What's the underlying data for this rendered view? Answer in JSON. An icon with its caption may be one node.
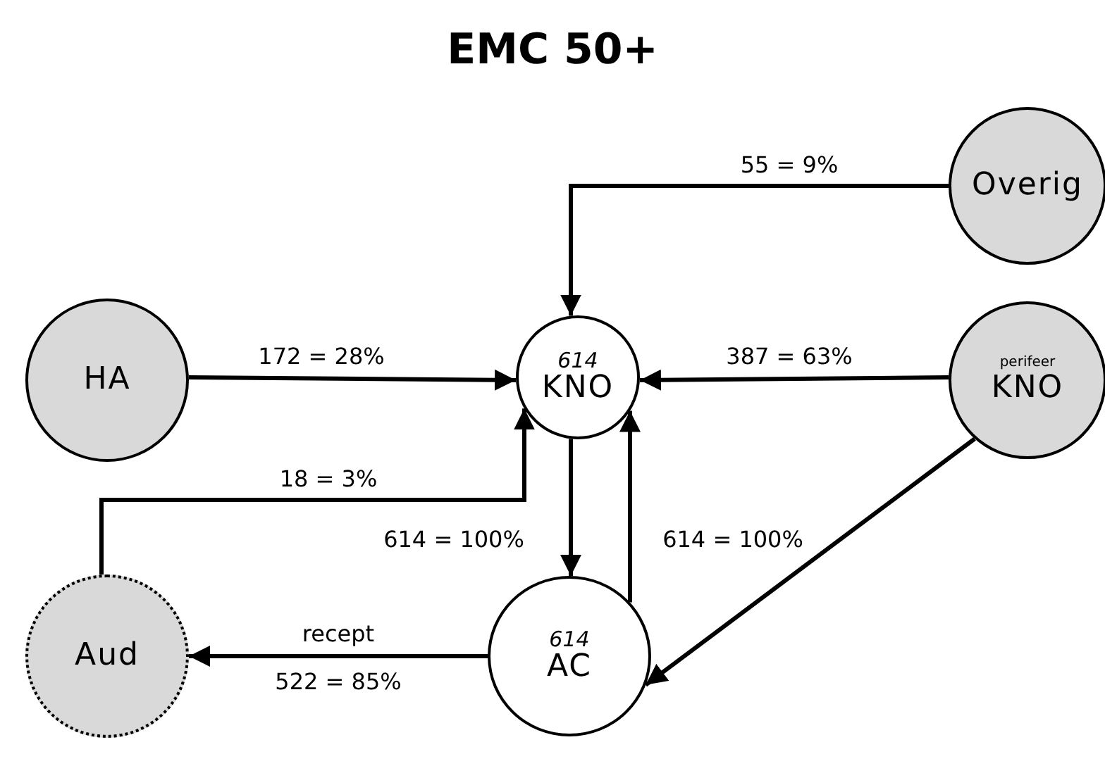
{
  "diagram": {
    "title": "EMC 50+",
    "nodes": [
      {
        "text": [
          "Overig"
        ]
      },
      {
        "text": [
          "HA"
        ]
      },
      {
        "text": [
          "614",
          "KNO"
        ]
      },
      {
        "text": [
          "perifeer",
          "KNO"
        ]
      },
      {
        "text": [
          "Aud"
        ]
      },
      {
        "text": [
          "614",
          "AC"
        ]
      }
    ],
    "edges": [
      {
        "from": 0,
        "to": 2,
        "arrow": "to",
        "label": "55 = 9%"
      },
      {
        "from": 1,
        "to": 2,
        "arrow": "to",
        "label": "172 = 28%"
      },
      {
        "from": 3,
        "to": 2,
        "arrow": "to",
        "label": "387 = 63%"
      },
      {
        "from": 4,
        "to": 2,
        "arrow": "to",
        "label": "18 = 3%"
      },
      {
        "from": 2,
        "to": 5,
        "arrow": "to",
        "label": "614 = 100%"
      },
      {
        "from": 5,
        "to": 2,
        "arrow": "to",
        "label": "614 = 100%"
      },
      {
        "from": 3,
        "to": 5,
        "arrow": "to"
      },
      {
        "from": 5,
        "to": 4,
        "arrow": "to",
        "label": "recept"
      }
    ],
    "labels": [
      "522 = 85%"
    ]
  }
}
